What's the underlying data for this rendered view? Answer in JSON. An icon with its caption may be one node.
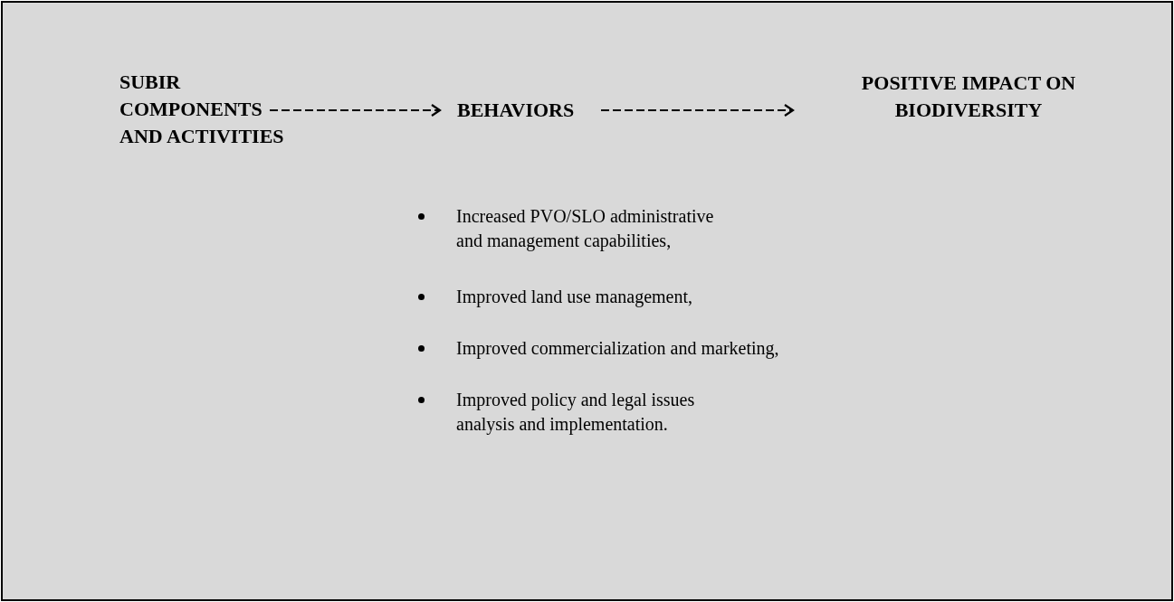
{
  "diagram": {
    "nodes": [
      {
        "text": [
          "SUBIR COMPONENTS AND ACTIVITIES"
        ]
      },
      {
        "text": [
          "BEHAVIORS"
        ]
      },
      {
        "text": [
          "POSITIVE IMPACT ON BIODIVERSITY"
        ]
      }
    ],
    "edges": [
      {
        "from": 0,
        "to": 1,
        "arrow": "to",
        "style": "dashed"
      },
      {
        "from": 1,
        "to": 2,
        "arrow": "to",
        "style": "dashed"
      }
    ],
    "labels": [
      "Increased PVO/SLO administrative and management capabilities,",
      "Improved land use management,",
      "Improved commercialization and marketing,",
      "Improved policy and legal issues analysis and implementation."
    ]
  }
}
